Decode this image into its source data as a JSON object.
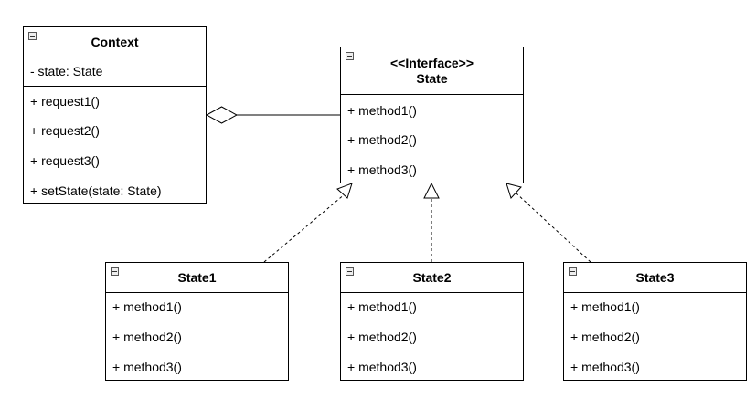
{
  "context": {
    "name": "Context",
    "attributes": [
      "- state: State"
    ],
    "methods": [
      "+ request1()",
      "+ request2()",
      "+ request3()",
      "+ setState(state: State)"
    ]
  },
  "state": {
    "stereotype": "<<Interface>>",
    "name": "State",
    "methods": [
      "+ method1()",
      "+ method2()",
      "+ method3()"
    ]
  },
  "state1": {
    "name": "State1",
    "methods": [
      "+ method1()",
      "+ method2()",
      "+ method3()"
    ]
  },
  "state2": {
    "name": "State2",
    "methods": [
      "+ method1()",
      "+ method2()",
      "+ method3()"
    ]
  },
  "state3": {
    "name": "State3",
    "methods": [
      "+ method1()",
      "+ method2()",
      "+ method3()"
    ]
  }
}
